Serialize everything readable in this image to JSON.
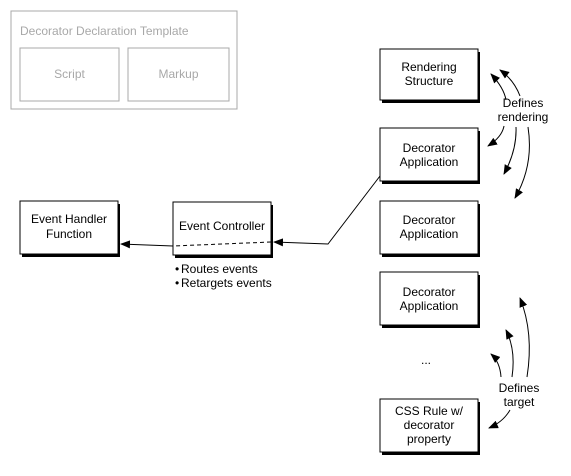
{
  "template_group": {
    "title": "Decorator Declaration Template",
    "script_label": "Script",
    "markup_label": "Markup"
  },
  "nodes": {
    "rendering_structure": {
      "line1": "Rendering",
      "line2": "Structure"
    },
    "decorator_application_1": {
      "line1": "Decorator",
      "line2": "Application"
    },
    "decorator_application_2": {
      "line1": "Decorator",
      "line2": "Application"
    },
    "decorator_application_3": {
      "line1": "Decorator",
      "line2": "Application"
    },
    "css_rule": {
      "line1": "CSS Rule w/",
      "line2": "decorator",
      "line3": "property"
    },
    "event_controller": {
      "line1": "Event Controller"
    },
    "event_handler": {
      "line1": "Event Handler",
      "line2": "Function"
    }
  },
  "ellipsis": "...",
  "annotations": {
    "defines_rendering": {
      "line1": "Defines",
      "line2": "rendering"
    },
    "defines_target": {
      "line1": "Defines",
      "line2": "target"
    },
    "event_controller_notes": [
      "Routes events",
      "Retargets events"
    ]
  },
  "colors": {
    "border": "#000000",
    "shadow": "#000000",
    "group_border": "#a8a8a8",
    "group_text": "#a8a8a8",
    "text": "#000000"
  }
}
